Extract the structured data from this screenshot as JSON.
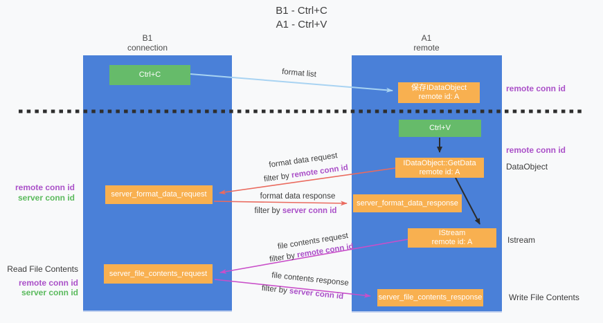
{
  "title": {
    "line1": "B1 - Ctrl+C",
    "line2": "A1 - Ctrl+V"
  },
  "lanes": {
    "left": {
      "name": "B1",
      "role": "connection"
    },
    "right": {
      "name": "A1",
      "role": "remote"
    }
  },
  "nodes": {
    "ctrl_c": {
      "label": "Ctrl+C"
    },
    "ctrl_v": {
      "label": "Ctrl+V"
    },
    "save_dataobject": {
      "line1": "保存IDataObject",
      "line2": "remote id: A"
    },
    "getdata": {
      "line1": "IDataObject::GetData",
      "line2": "remote id: A"
    },
    "istream": {
      "line1": "IStream",
      "line2": "remote id: A"
    },
    "server_format_data_request": {
      "label": "server_format_data_request"
    },
    "server_format_data_response": {
      "label": "server_format_data_response"
    },
    "server_file_contents_request": {
      "label": "server_file_contents_request"
    },
    "server_file_contents_response": {
      "label": "server_file_contents_response"
    }
  },
  "edges": {
    "format_list": {
      "label": "format list"
    },
    "format_data_request": {
      "label": "format data request",
      "filter_prefix": "filter by ",
      "filter_key": "remote conn id"
    },
    "format_data_response": {
      "label": "format data response",
      "filter_prefix": "filter by ",
      "filter_key": "server conn id"
    },
    "file_contents_request": {
      "label": "file contents request",
      "filter_prefix": "filter by ",
      "filter_key": "remote conn id"
    },
    "file_contents_response": {
      "label": "file contents response",
      "filter_prefix": "filter by ",
      "filter_key": "server conn id"
    }
  },
  "annotations": {
    "left": {
      "format_group": {
        "remote": "remote conn id",
        "server": "server conn id"
      },
      "file_group": {
        "title": "Read File Contents",
        "remote": "remote conn id",
        "server": "server conn id"
      }
    },
    "right": {
      "save_remote": "remote conn id",
      "paste_remote": "remote conn id",
      "dataobject": "DataObject",
      "istream": "Istream",
      "write": "Write File Contents"
    }
  },
  "colors": {
    "lane_blue": "#4a80d8",
    "box_green": "#66bb6a",
    "box_orange": "#f8b050",
    "purple_text": "#aa50c8",
    "green_text": "#5aba5c",
    "arrow_red": "#ea6a5e",
    "arrow_magenta": "#c94fc9",
    "arrow_light_blue": "#a8d3f2",
    "arrow_black": "#2b2b2b"
  }
}
